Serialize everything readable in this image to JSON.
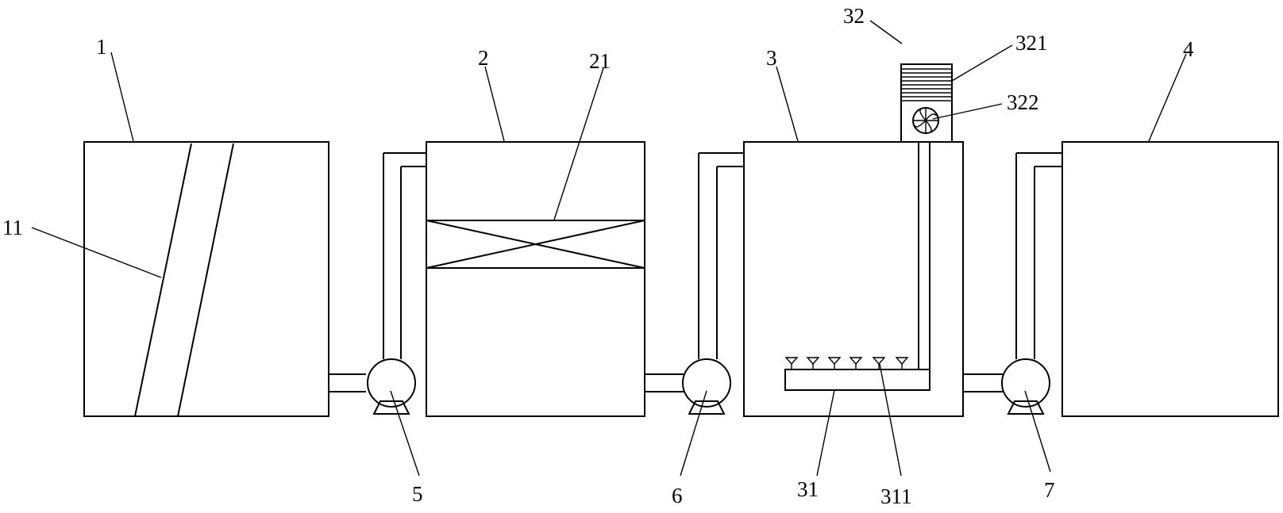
{
  "labels": {
    "tank_1": "1",
    "tank_2": "2",
    "tank_3": "3",
    "tank_4": "4",
    "slope_11": "11",
    "packing_21": "21",
    "aerator_31": "31",
    "nozzle_311": "311",
    "blower_32": "32",
    "grille_321": "321",
    "fan_322": "322",
    "pump_5": "5",
    "pump_6": "6",
    "pump_7": "7"
  }
}
